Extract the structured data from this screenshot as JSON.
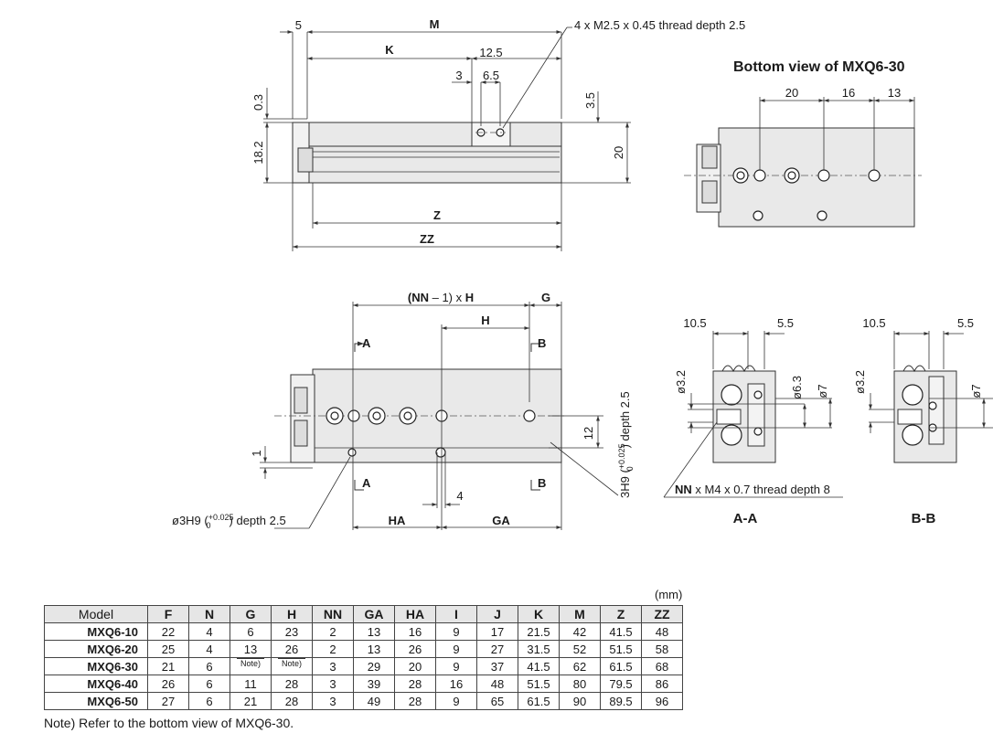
{
  "top_view": {
    "dims": {
      "d5": "5",
      "M": "M",
      "K": "K",
      "d12_5": "12.5",
      "d3": "3",
      "d6_5": "6.5",
      "d0_3": "0.3",
      "d18_2": "18.2",
      "d3_5": "3.5",
      "d20": "20",
      "Z": "Z",
      "ZZ": "ZZ"
    },
    "thread_callout": "4 x M2.5 x 0.45 thread depth 2.5"
  },
  "bottom_view": {
    "title": "Bottom view of MXQ6-30",
    "dims": {
      "d20": "20",
      "d16": "16",
      "d13": "13"
    }
  },
  "side_view": {
    "dims": {
      "nn_prefix": "(NN",
      "nn_minus": " – 1) x ",
      "nn_h": "H",
      "G": "G",
      "H": "H",
      "A": "A",
      "B": "B",
      "d12": "12",
      "d1": "1",
      "d4": "4",
      "HA": "HA",
      "GA": "GA"
    },
    "pin_hole_left": {
      "prefix": "ø3H9 (",
      "upper": "+0.025",
      "lower": "0",
      "suffix": ") depth 2.5"
    },
    "pin_hole_right": {
      "prefix": "3H9 (",
      "upper": "+0.025",
      "lower": "0",
      "suffix": ") depth 2.5"
    }
  },
  "section_aa": {
    "dims": {
      "d10_5": "10.5",
      "d5_5": "5.5",
      "d3_2": "ø3.2",
      "d6_3": "ø6.3",
      "d7": "ø7"
    },
    "thread_nn": "NN",
    "thread_rest": " x M4 x 0.7 thread depth 8",
    "label": "A-A"
  },
  "section_bb": {
    "dims": {
      "d10_5": "10.5",
      "d5_5": "5.5",
      "d3_2": "ø3.2",
      "d7": "ø7"
    },
    "label": "B-B"
  },
  "table": {
    "unit": "(mm)",
    "headers": [
      "Model",
      "F",
      "N",
      "G",
      "H",
      "NN",
      "GA",
      "HA",
      "I",
      "J",
      "K",
      "M",
      "Z",
      "ZZ"
    ],
    "rows": [
      [
        "MXQ6-10",
        "22",
        "4",
        "6",
        "23",
        "2",
        "13",
        "16",
        "9",
        "17",
        "21.5",
        "42",
        "41.5",
        "48"
      ],
      [
        "MXQ6-20",
        "25",
        "4",
        "13",
        "26",
        "2",
        "13",
        "26",
        "9",
        "27",
        "31.5",
        "52",
        "51.5",
        "58"
      ],
      [
        "MXQ6-30",
        "21",
        "6",
        "Note)",
        "Note)",
        "3",
        "29",
        "20",
        "9",
        "37",
        "41.5",
        "62",
        "61.5",
        "68"
      ],
      [
        "MXQ6-40",
        "26",
        "6",
        "11",
        "28",
        "3",
        "39",
        "28",
        "16",
        "48",
        "51.5",
        "80",
        "79.5",
        "86"
      ],
      [
        "MXQ6-50",
        "27",
        "6",
        "21",
        "28",
        "3",
        "49",
        "28",
        "9",
        "65",
        "61.5",
        "90",
        "89.5",
        "96"
      ]
    ],
    "footnote": "Note) Refer to the bottom view of MXQ6-30."
  }
}
